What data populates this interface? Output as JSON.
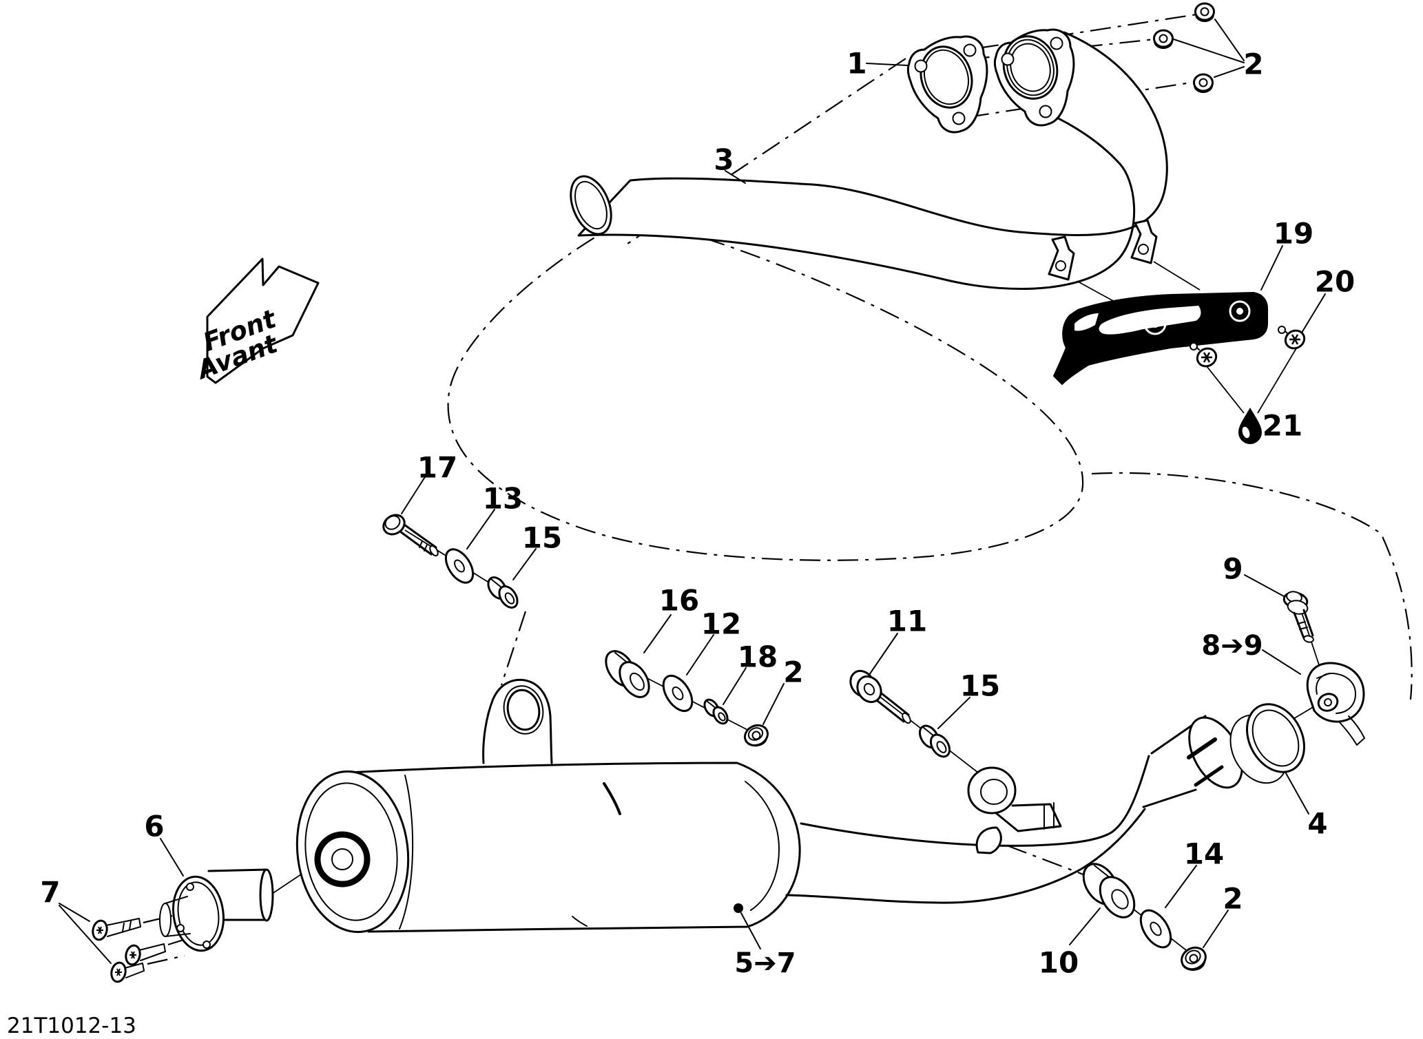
{
  "drawing_code": "21T1012-13",
  "direction_arrow": {
    "line1": "Front",
    "line2": "Avant"
  },
  "callouts": {
    "c1": "1",
    "c2_top": "2",
    "c2_mid": "2",
    "c2_bottom": "2",
    "c3": "3",
    "c4": "4",
    "c5_7": "5➔7",
    "c6": "6",
    "c7": "7",
    "c8_9": "8➔9",
    "c9": "9",
    "c10": "10",
    "c11": "11",
    "c12": "12",
    "c13": "13",
    "c14": "14",
    "c15_upper": "15",
    "c15_lower": "15",
    "c16": "16",
    "c17": "17",
    "c18": "18",
    "c19": "19",
    "c20": "20",
    "c21": "21"
  }
}
